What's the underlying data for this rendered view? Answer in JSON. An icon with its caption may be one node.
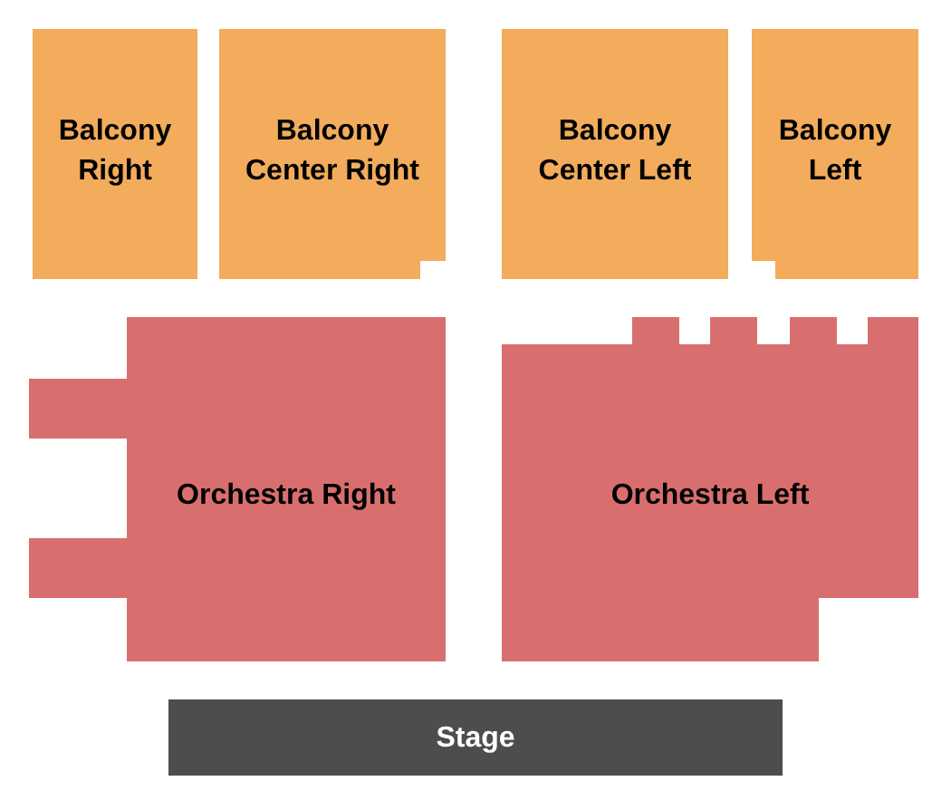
{
  "diagram": {
    "nodes": [
      {
        "text": [
          "Balcony Right"
        ]
      },
      {
        "text": [
          "Balcony Center Right"
        ]
      },
      {
        "text": [
          "Balcony Center Left"
        ]
      },
      {
        "text": [
          "Balcony Left"
        ]
      },
      {
        "text": [
          "Orchestra Right"
        ]
      },
      {
        "text": [
          "Orchestra Left"
        ]
      },
      {
        "text": [
          "Stage"
        ]
      }
    ]
  }
}
